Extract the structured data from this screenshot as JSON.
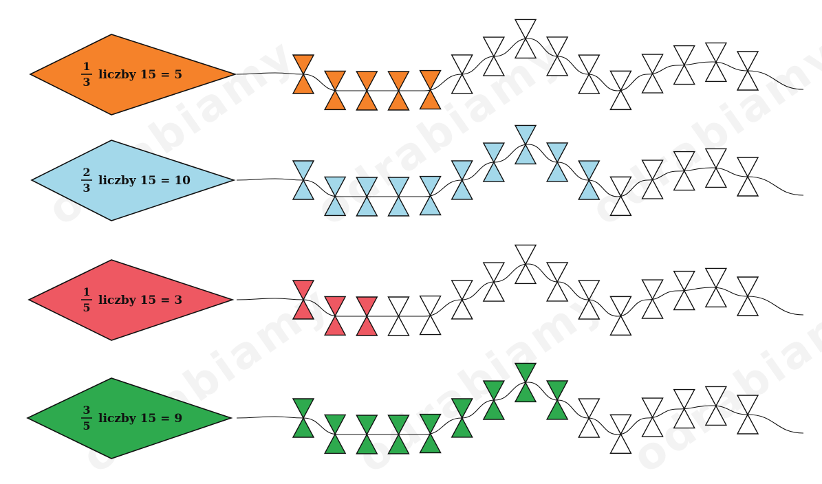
{
  "watermark": {
    "text": "odrabiamy"
  },
  "kites": [
    {
      "id": "orange",
      "color": "#f5822a",
      "numerator": "1",
      "denominator": "3",
      "text": "liczby 15 = 5",
      "filled": 5
    },
    {
      "id": "blue",
      "color": "#a3d8ea",
      "numerator": "2",
      "denominator": "3",
      "text": "liczby 15 = 10",
      "filled": 10
    },
    {
      "id": "red",
      "color": "#ee5862",
      "numerator": "1",
      "denominator": "5",
      "text": "liczby 15 = 3",
      "filled": 3
    },
    {
      "id": "green",
      "color": "#2eaa4e",
      "numerator": "3",
      "denominator": "5",
      "text": "liczby 15 = 9",
      "filled": 9
    }
  ],
  "bows_per_tail": 15
}
